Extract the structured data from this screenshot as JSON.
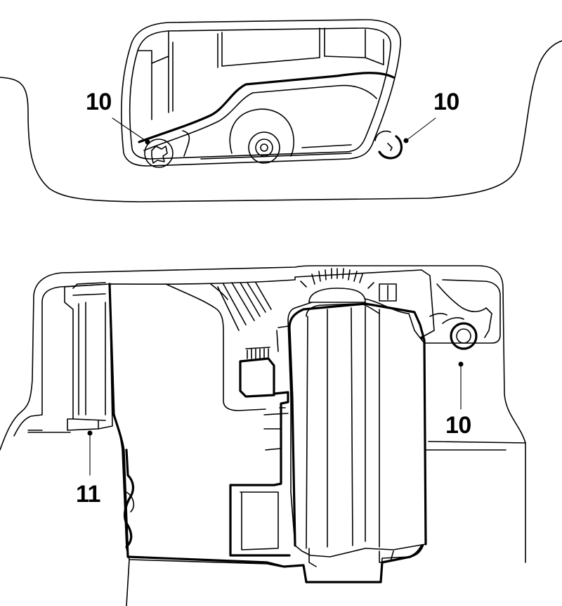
{
  "callouts": [
    {
      "id": "screw-left-top",
      "label": "10"
    },
    {
      "id": "screw-right-top",
      "label": "10"
    },
    {
      "id": "screw-right-bottom",
      "label": "10"
    },
    {
      "id": "clip-left-bottom",
      "label": "11"
    }
  ]
}
